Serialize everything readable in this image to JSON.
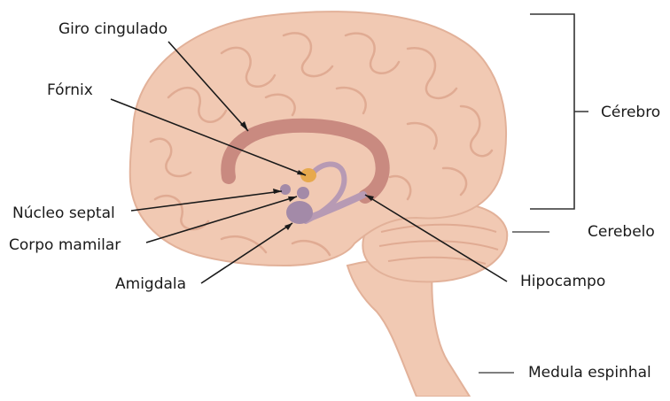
{
  "labels": {
    "giro_cingulado": "Giro cingulado",
    "fornix": "Fórnix",
    "nucleo_septal": "Núcleo septal",
    "corpo_mamilar": "Corpo mamilar",
    "amigdala": "Amigdala",
    "hipocampo": "Hipocampo",
    "cerebro": "Cérebro",
    "cerebelo": "Cerebelo",
    "medula_espinhal": "Medula espinhal"
  },
  "colors": {
    "brain_fill": "#f1c9b3",
    "brain_outline": "#e2b199",
    "cingulate": "#c98a80",
    "fornix": "#b79ab4",
    "amygdala": "#a38aa8",
    "septal_nucleus": "#e7a94d",
    "leader_line": "#1a1a1a",
    "bracket": "#333333",
    "label_text": "#1a1a1a"
  }
}
